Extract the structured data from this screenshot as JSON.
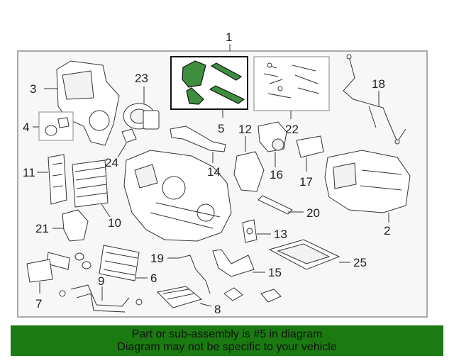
{
  "callouts": {
    "c1": "1",
    "c2": "2",
    "c3": "3",
    "c4": "4",
    "c5": "5",
    "c6": "6",
    "c7": "7",
    "c8": "8",
    "c9": "9",
    "c10": "10",
    "c11": "11",
    "c12": "12",
    "c13": "13",
    "c14": "14",
    "c15": "15",
    "c16": "16",
    "c17": "17",
    "c18": "18",
    "c19": "19",
    "c20": "20",
    "c21": "21",
    "c22": "22",
    "c23": "23",
    "c24": "24",
    "c25": "25"
  },
  "footer": {
    "line1": "Part or sub-assembly is #5 in diagram",
    "line2": "Diagram may not be specific to your vehicle"
  },
  "colors": {
    "highlight": "#3d8f3d",
    "footer_bg": "#1b7a12"
  }
}
